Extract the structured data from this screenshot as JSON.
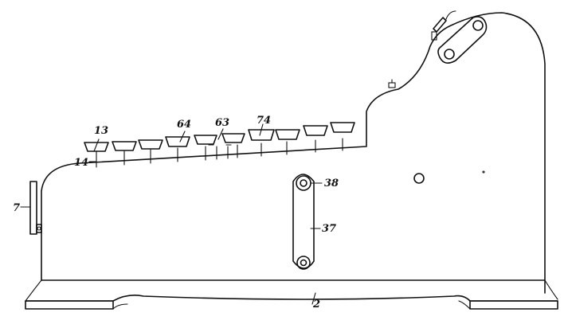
{
  "labels": {
    "l13": "13",
    "l14": "14",
    "l64": "64",
    "l63": "63",
    "l74": "74",
    "l38": "38",
    "l37": "37",
    "l7": "7",
    "l2": "2"
  }
}
